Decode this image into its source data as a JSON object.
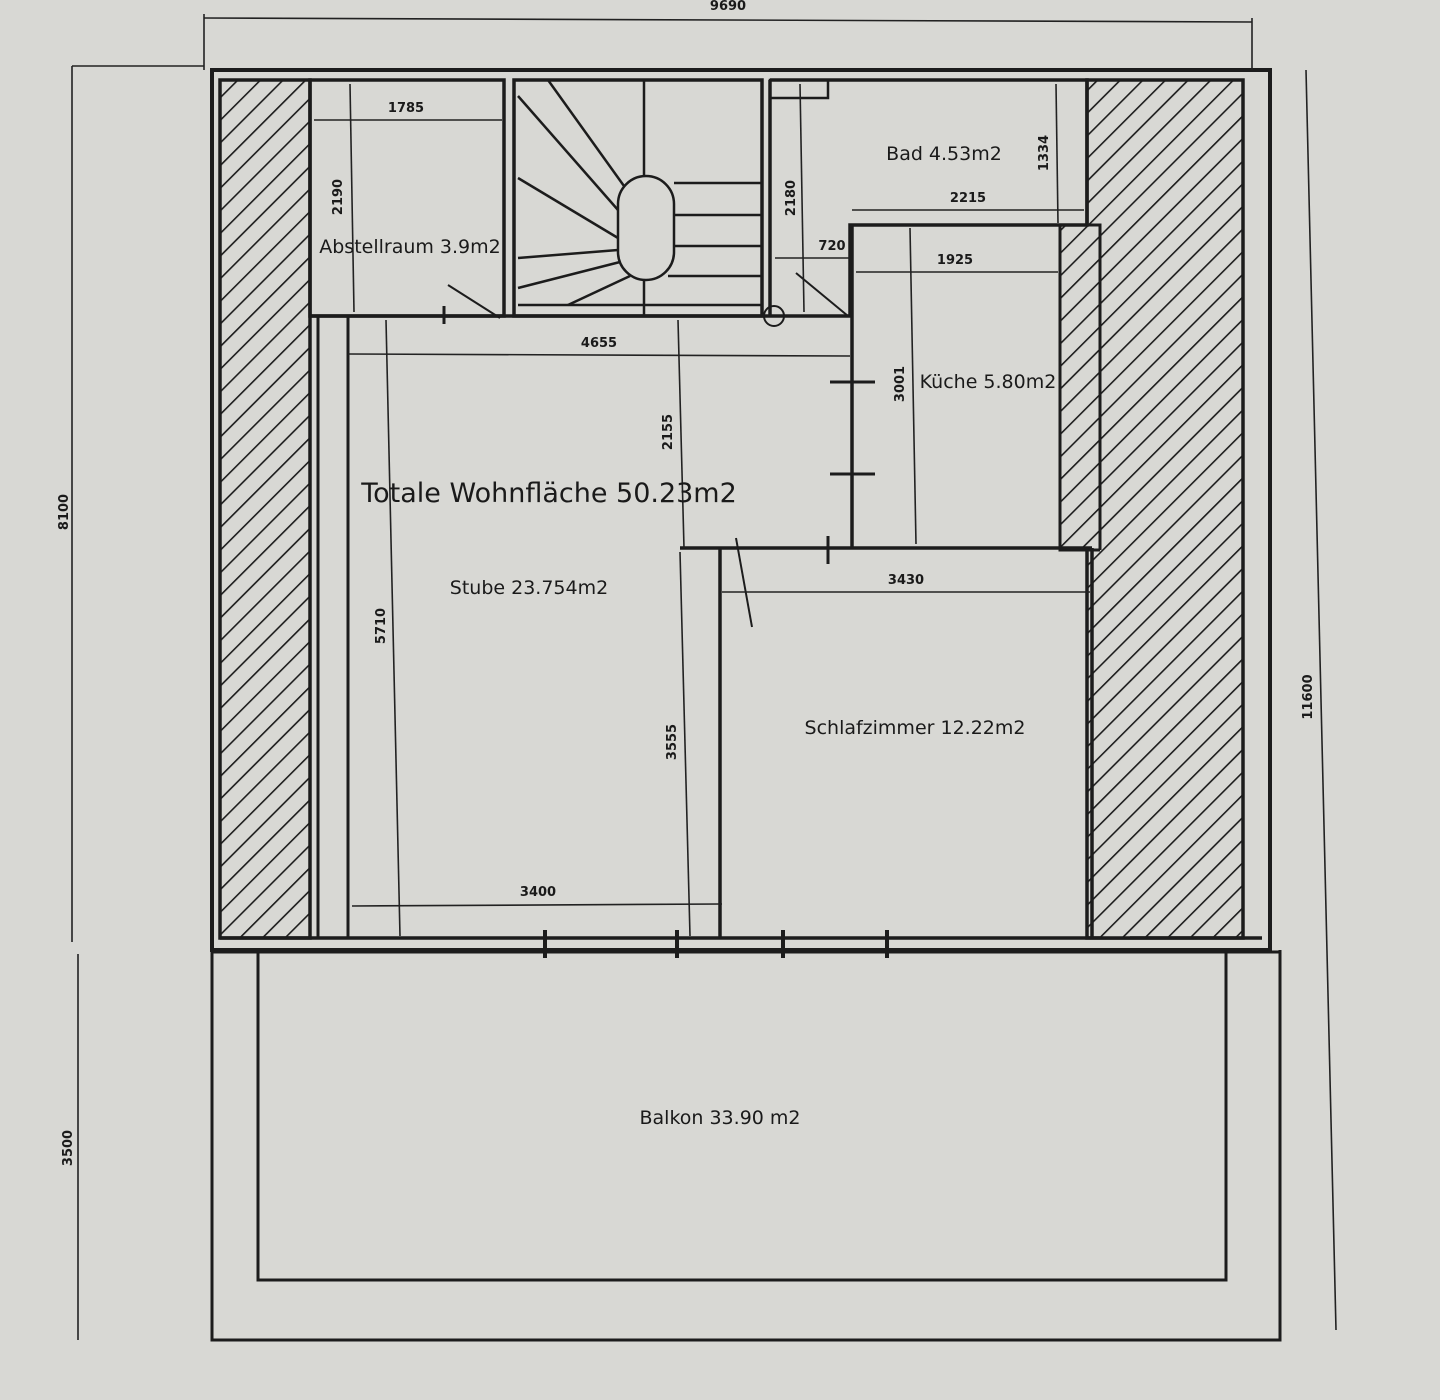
{
  "plan": {
    "title": "Totale Wohnfläche 50.23m2",
    "colors": {
      "paper": "#d8d8d4",
      "line": "#1c1c1c",
      "hatch": "#1c1c1c"
    },
    "overall_dimensions": {
      "width_top": "9690",
      "height_left_main": "8100",
      "height_left_balcony": "3500",
      "height_right_total": "11600"
    },
    "rooms": [
      {
        "id": "abstellraum",
        "label": "Abstellraum 3.9m2"
      },
      {
        "id": "bad",
        "label": "Bad 4.53m2"
      },
      {
        "id": "kueche",
        "label": "Küche 5.80m2"
      },
      {
        "id": "stube",
        "label": "Stube 23.754m2"
      },
      {
        "id": "schlafzimmer",
        "label": "Schlafzimmer 12.22m2"
      },
      {
        "id": "balkon",
        "label": "Balkon 33.90 m2"
      }
    ],
    "dimensions": {
      "abstellraum_width": "1785",
      "abstellraum_height": "2190",
      "stair_side_height": "2180",
      "bad_height": "1334",
      "bad_width": "2215",
      "corridor_width": "720",
      "kueche_width": "1925",
      "kueche_height": "3001",
      "stube_top_width": "4655",
      "stube_upper_height": "2155",
      "stube_height": "5710",
      "stube_lower_height": "3555",
      "stube_bottom_width": "3400",
      "schlafzimmer_width": "3430"
    },
    "elements": [
      "stair-icon",
      "hatched-wall-left",
      "hatched-wall-right"
    ]
  }
}
